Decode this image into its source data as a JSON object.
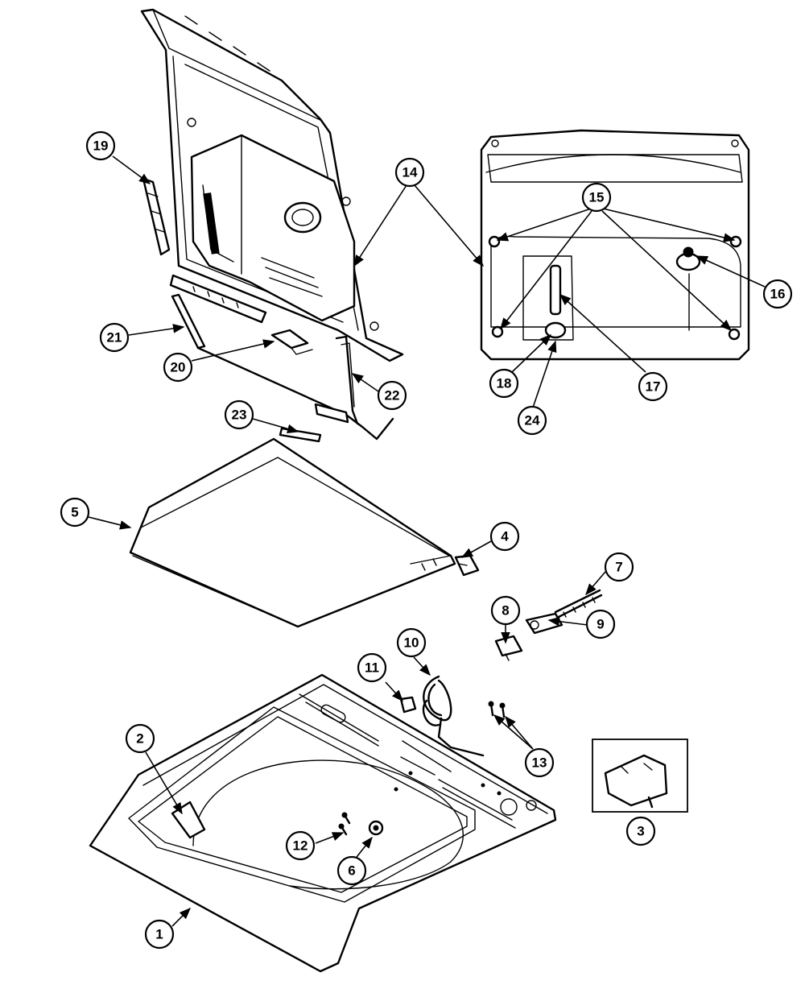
{
  "diagram": {
    "callouts": [
      {
        "label": "1"
      },
      {
        "label": "2"
      },
      {
        "label": "3"
      },
      {
        "label": "4"
      },
      {
        "label": "5"
      },
      {
        "label": "6"
      },
      {
        "label": "7"
      },
      {
        "label": "8"
      },
      {
        "label": "9"
      },
      {
        "label": "10"
      },
      {
        "label": "11"
      },
      {
        "label": "12"
      },
      {
        "label": "13"
      },
      {
        "label": "14"
      },
      {
        "label": "15"
      },
      {
        "label": "16"
      },
      {
        "label": "17"
      },
      {
        "label": "18"
      },
      {
        "label": "19"
      },
      {
        "label": "20"
      },
      {
        "label": "21"
      },
      {
        "label": "22"
      },
      {
        "label": "23"
      },
      {
        "label": "24"
      }
    ]
  }
}
